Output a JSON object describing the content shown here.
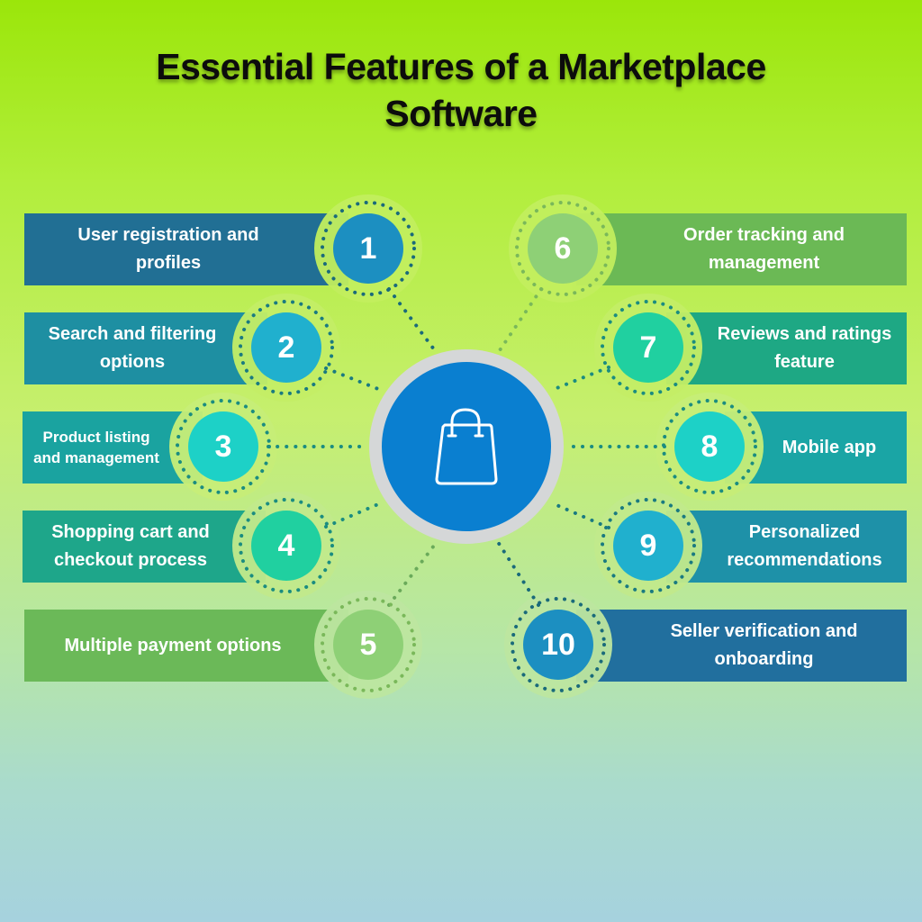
{
  "title": {
    "line1": "Essential Features of a Marketplace",
    "line2": "Software"
  },
  "center": {
    "icon": "shopping-bag-icon",
    "fill_color": "#0a7fd0",
    "ring_color": "#d5d7d8"
  },
  "features": [
    {
      "number": "1",
      "label": "User registration and profiles",
      "color": "#216f94",
      "circle_color": "#1c8fc1"
    },
    {
      "number": "2",
      "label": "Search and filtering options",
      "color": "#1e8fa2",
      "circle_color": "#20b0ce"
    },
    {
      "number": "3",
      "label": "Product listing and management",
      "color": "#1aa3a0",
      "circle_color": "#1dd1c7"
    },
    {
      "number": "4",
      "label": "Shopping cart and checkout process",
      "color": "#1ea68a",
      "circle_color": "#20d0a0"
    },
    {
      "number": "5",
      "label": "Multiple payment options",
      "color": "#6bb958",
      "circle_color": "#8ed076"
    },
    {
      "number": "6",
      "label": "Order tracking and management",
      "color": "#6bb955",
      "circle_color": "#8ed076"
    },
    {
      "number": "7",
      "label": "Reviews and ratings feature",
      "color": "#1ea884",
      "circle_color": "#20d0a0"
    },
    {
      "number": "8",
      "label": "Mobile app",
      "color": "#1aa5a5",
      "circle_color": "#1dd1c7"
    },
    {
      "number": "9",
      "label": "Personalized recommendations",
      "color": "#1e91a8",
      "circle_color": "#20b0ce"
    },
    {
      "number": "10",
      "label": "Seller verification and onboarding",
      "color": "#216f9e",
      "circle_color": "#1c8fc1"
    }
  ],
  "labels_lines": {
    "f1": [
      "User registration and",
      "profiles"
    ],
    "f2": [
      "Search and filtering",
      "options"
    ],
    "f3": [
      "Product listing",
      "and management"
    ],
    "f4": [
      "Shopping cart and",
      "checkout process"
    ],
    "f5": [
      "Multiple payment options"
    ],
    "f6": [
      "Order tracking and",
      "management"
    ],
    "f7": [
      "Reviews and ratings",
      "feature"
    ],
    "f8": [
      "Mobile app"
    ],
    "f9": [
      "Personalized",
      "recommendations"
    ],
    "f10": [
      "Seller verification and",
      "onboarding"
    ]
  }
}
